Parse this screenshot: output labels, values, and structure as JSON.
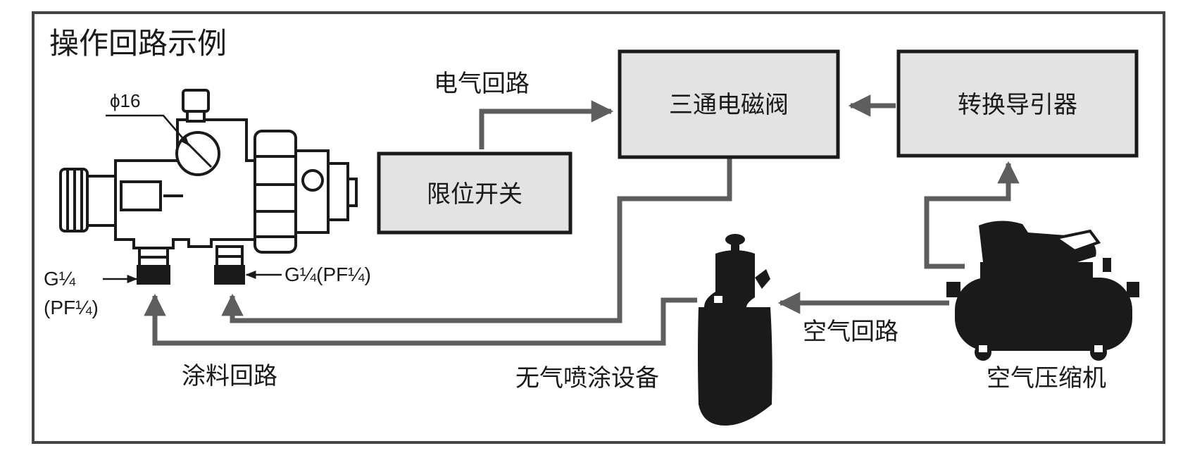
{
  "diagram": {
    "title": "操作回路示例",
    "boxes": {
      "limit_switch": "限位开关",
      "solenoid_valve": "三通电磁阀",
      "pilot_converter": "转换导引器"
    },
    "labels": {
      "electric_circuit": "电气回路",
      "air_circuit": "空气回路",
      "paint_circuit": "涂料回路",
      "airless_equipment": "无气喷涂设备",
      "air_compressor": "空气压缩机"
    },
    "gun_labels": {
      "diameter": "ϕ16",
      "port_left_line1": "G¼",
      "port_left_line2": "(PF¼)",
      "port_right": "G¼(PF¼)"
    },
    "colors": {
      "box_fill": "#e3e3e3",
      "line": "#5e5e5e",
      "ink": "#1a1a1a"
    }
  }
}
